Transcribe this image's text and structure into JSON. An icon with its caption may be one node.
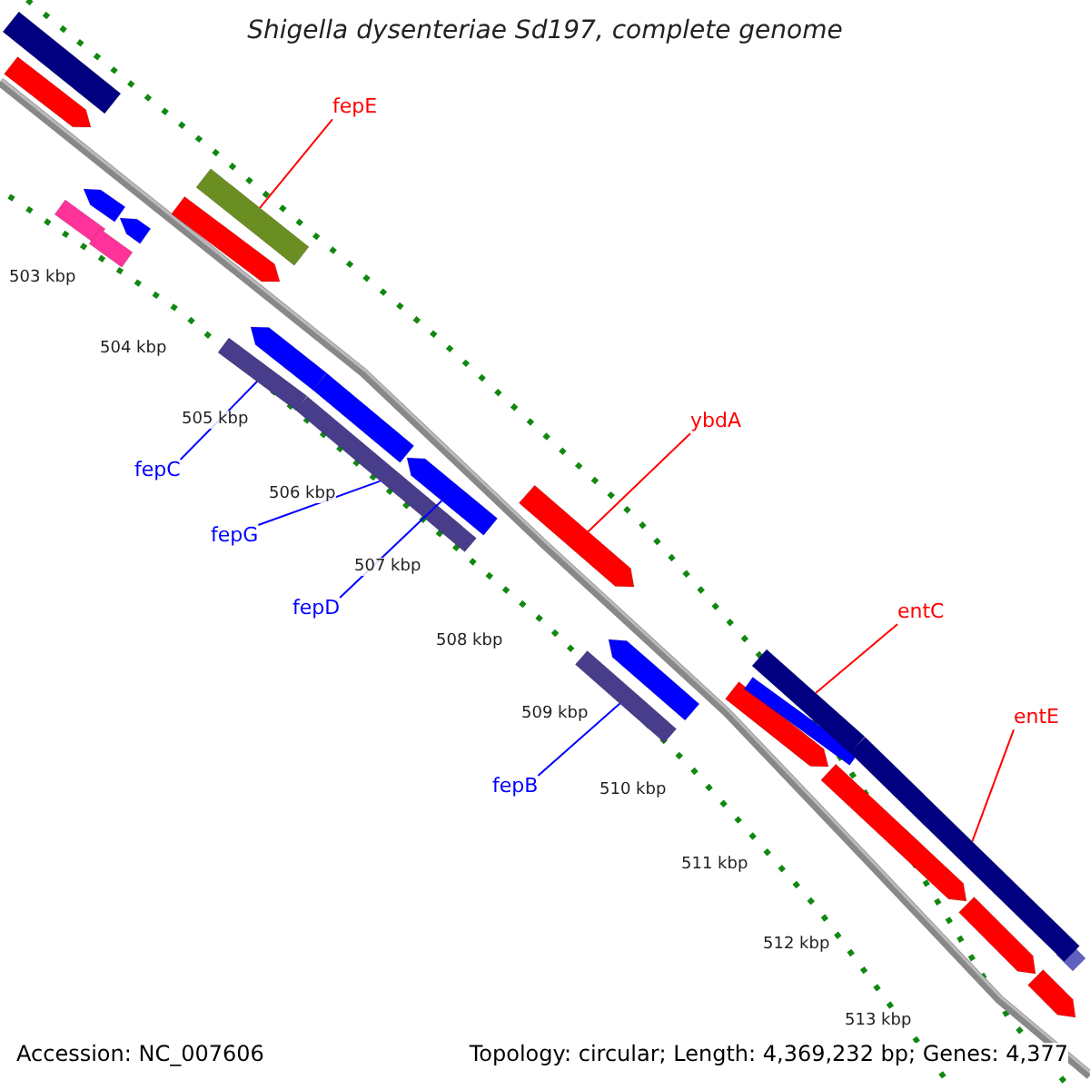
{
  "diagram": {
    "title": "Shigella dysenteriae Sd197, complete genome",
    "nodes": [
      {
        "text": [
          "fepE"
        ]
      },
      {
        "text": [],
        "shape": "bar"
      },
      {
        "text": [
          "ybdA"
        ]
      },
      {
        "text": [],
        "shape": "bar"
      },
      {
        "text": [
          "entC"
        ]
      },
      {
        "text": [],
        "shape": "bar"
      },
      {
        "text": [
          "entE"
        ]
      },
      {
        "text": [],
        "shape": "bar"
      },
      {
        "text": [
          "fepC"
        ]
      },
      {
        "text": [],
        "shape": "bar"
      },
      {
        "text": [
          "fepG"
        ]
      },
      {
        "text": [],
        "shape": "bar"
      },
      {
        "text": [
          "fepD"
        ]
      },
      {
        "text": [],
        "shape": "bar"
      },
      {
        "text": [
          "fepB"
        ]
      },
      {
        "text": [],
        "shape": "bar"
      }
    ],
    "edges": [
      {
        "from": 0,
        "to": 1,
        "arrow": "none",
        "color": "#ff0000"
      },
      {
        "from": 2,
        "to": 3,
        "arrow": "none",
        "color": "#ff0000"
      },
      {
        "from": 4,
        "to": 5,
        "arrow": "none",
        "color": "#ff0000"
      },
      {
        "from": 6,
        "to": 7,
        "arrow": "none",
        "color": "#ff0000"
      },
      {
        "from": 8,
        "to": 9,
        "arrow": "none",
        "color": "#0000ff"
      },
      {
        "from": 10,
        "to": 11,
        "arrow": "none",
        "color": "#0000ff"
      },
      {
        "from": 12,
        "to": 13,
        "arrow": "none",
        "color": "#0000ff"
      },
      {
        "from": 14,
        "to": 15,
        "arrow": "none",
        "color": "#0000ff"
      }
    ],
    "labels": [
      "503 kbp",
      "504 kbp",
      "505 kbp",
      "506 kbp",
      "507 kbp",
      "508 kbp",
      "509 kbp",
      "510 kbp",
      "511 kbp",
      "512 kbp",
      "513 kbp",
      "Accession: NC_007606",
      "Topology: circular; Length: 4,369,232 bp; Genes: 4,377"
    ]
  }
}
